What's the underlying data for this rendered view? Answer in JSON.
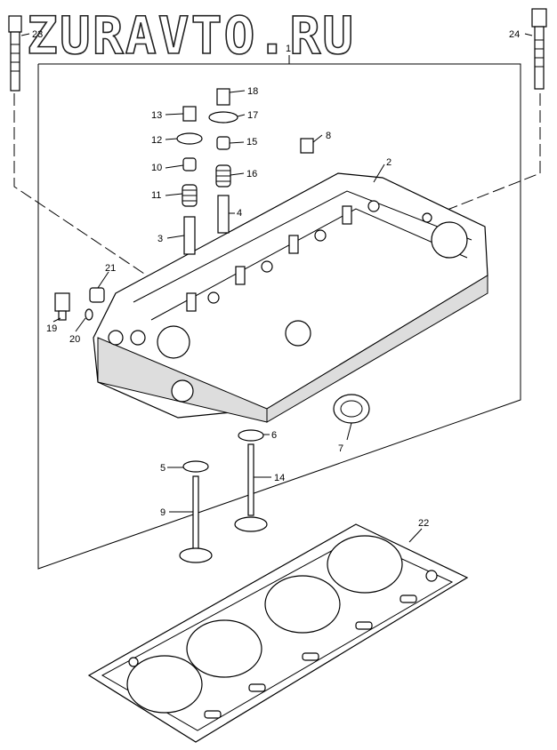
{
  "watermark": "ZURAVTO.RU",
  "callouts": [
    {
      "id": "1",
      "label": "1"
    },
    {
      "id": "2",
      "label": "2"
    },
    {
      "id": "3",
      "label": "3"
    },
    {
      "id": "4",
      "label": "4"
    },
    {
      "id": "5",
      "label": "5"
    },
    {
      "id": "6",
      "label": "6"
    },
    {
      "id": "7",
      "label": "7"
    },
    {
      "id": "8",
      "label": "8"
    },
    {
      "id": "9",
      "label": "9"
    },
    {
      "id": "10",
      "label": "10"
    },
    {
      "id": "11",
      "label": "11"
    },
    {
      "id": "12",
      "label": "12"
    },
    {
      "id": "13",
      "label": "13"
    },
    {
      "id": "14",
      "label": "14"
    },
    {
      "id": "15",
      "label": "15"
    },
    {
      "id": "16",
      "label": "16"
    },
    {
      "id": "17",
      "label": "17"
    },
    {
      "id": "18",
      "label": "18"
    },
    {
      "id": "19",
      "label": "19"
    },
    {
      "id": "20",
      "label": "20"
    },
    {
      "id": "21",
      "label": "21"
    },
    {
      "id": "22",
      "label": "22"
    },
    {
      "id": "23",
      "label": "23"
    },
    {
      "id": "24",
      "label": "24"
    }
  ]
}
